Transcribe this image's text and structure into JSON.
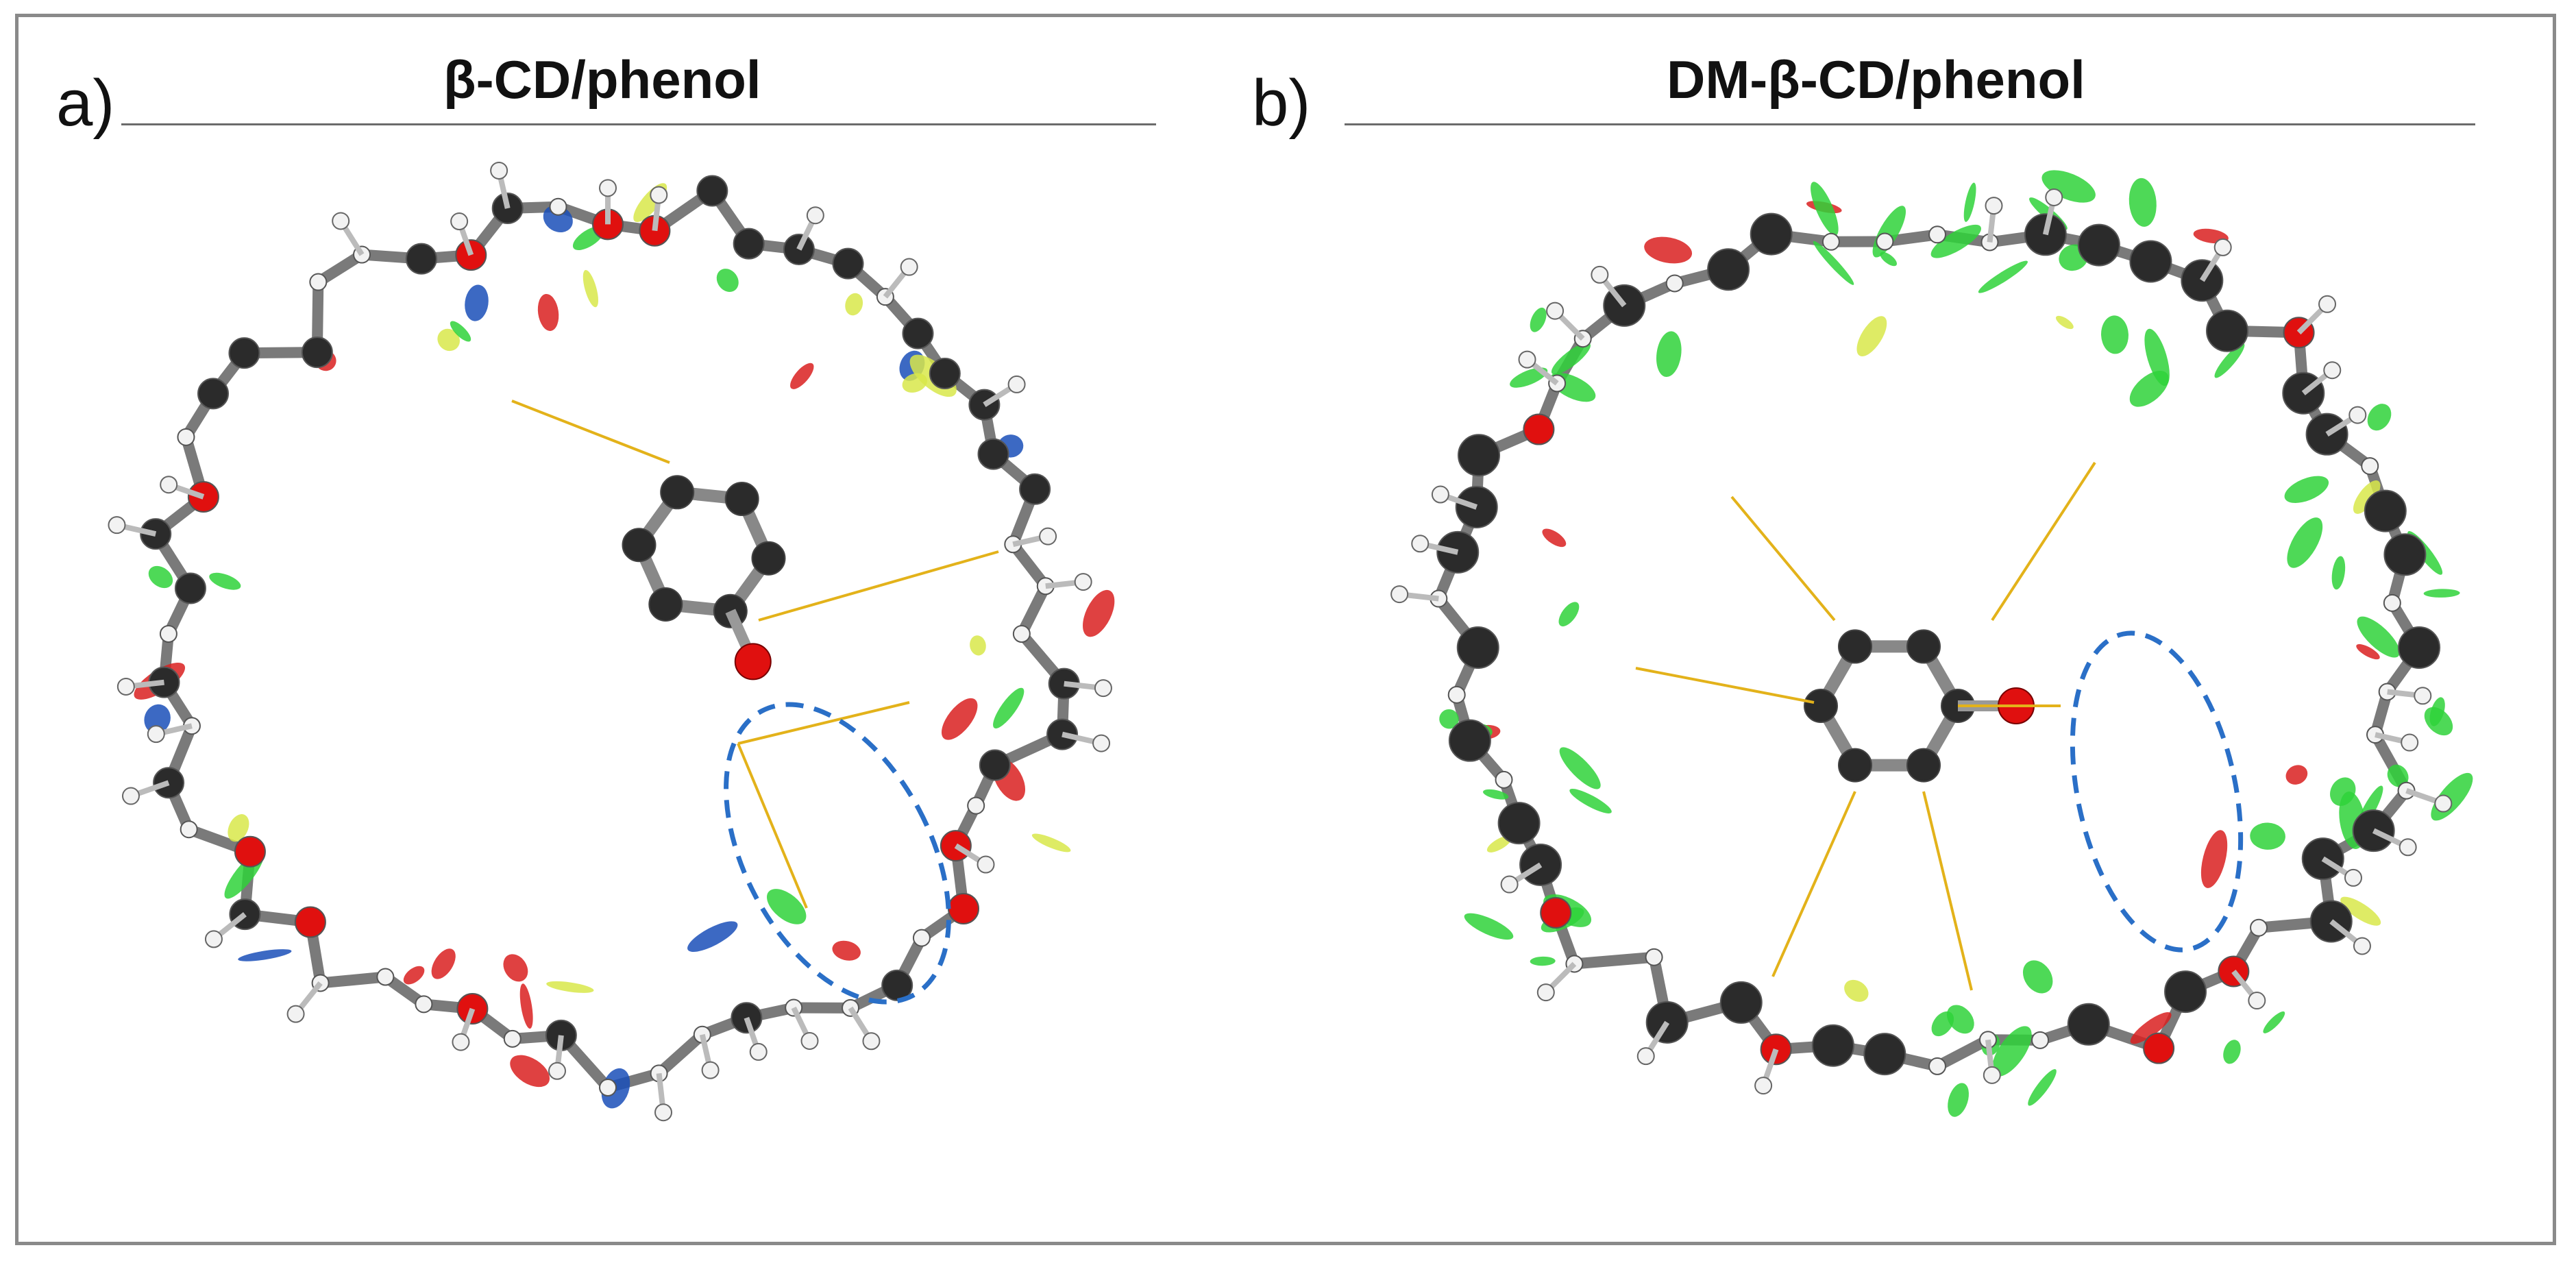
{
  "panels": [
    {
      "letter": "a)",
      "title": "β-CD/phenol"
    },
    {
      "letter": "b)",
      "title": "DM-β-CD/phenol"
    }
  ],
  "colors": {
    "carbon": "#2b2b2b",
    "oxygen": "#e0100f",
    "hydrogen": "#f2f2f2",
    "bond_path": "#e3b21a",
    "isosurface_green": "#2fd23a",
    "isosurface_yellow": "#d8e84a",
    "isosurface_red": "#d92020",
    "isosurface_blue": "#1a4fb8",
    "highlight_ellipse": "#2a6fc7",
    "frame_border": "#8a8a8a"
  }
}
